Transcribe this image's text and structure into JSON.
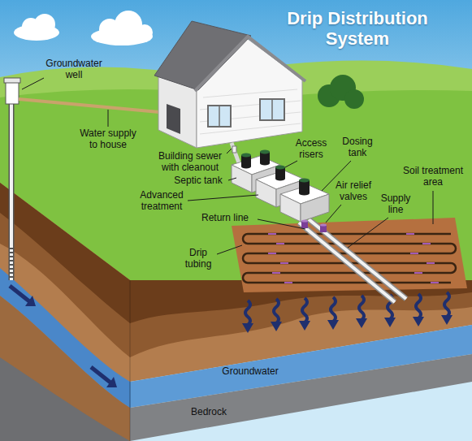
{
  "diagram": {
    "title": "Drip Distribution System",
    "labels": [
      "Groundwater well",
      "Water supply to house",
      "Building sewer with cleanout",
      "Access risers",
      "Dosing tank",
      "Septic tank",
      "Advanced treatment",
      "Air relief valves",
      "Soil treatment area",
      "Supply line",
      "Return line",
      "Drip tubing",
      "Groundwater",
      "Bedrock"
    ]
  }
}
